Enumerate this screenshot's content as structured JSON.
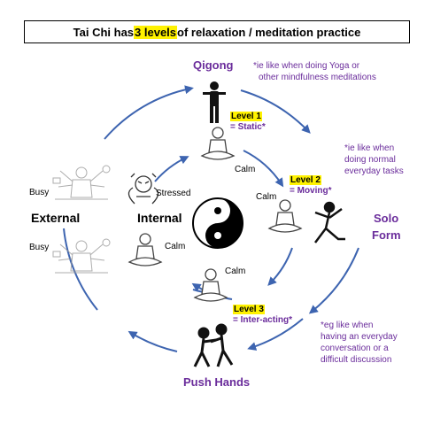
{
  "title": {
    "before": "Tai Chi has ",
    "highlight": "3 levels",
    "after": " of relaxation / meditation practice"
  },
  "nodes": {
    "qigong": "Qigong",
    "solo_form_line1": "Solo",
    "solo_form_line2": "Form",
    "push_hands": "Push Hands",
    "external": "External",
    "internal": "Internal"
  },
  "levels": [
    {
      "tag": "Level 1",
      "desc": "= Static*"
    },
    {
      "tag": "Level 2",
      "desc": "= Moving*"
    },
    {
      "tag": "Level 3",
      "desc": "= Inter-acting*"
    }
  ],
  "notes": {
    "qigong": [
      "*ie like when doing Yoga or",
      "other mindfulness meditations"
    ],
    "solo": [
      "*ie like when",
      "doing normal",
      "everyday tasks"
    ],
    "push": [
      "*eg like when",
      "having an everyday",
      "conversation or a",
      "difficult discussion"
    ]
  },
  "states": {
    "busy_top": "Busy",
    "busy_bottom": "Busy",
    "stressed": "Stressed",
    "calm_1": "Calm",
    "calm_2": "Calm",
    "calm_3": "Calm",
    "calm_4": "Calm"
  },
  "icons": [
    "yin-yang-icon",
    "meditating-figure-icon",
    "standing-qigong-figure-icon",
    "tai-chi-solo-figure-icon",
    "push-hands-figures-icon",
    "stressed-person-icon",
    "busy-multitasking-person-icon"
  ],
  "colors": {
    "arrow": "#3d64b0",
    "text_accent": "#6a2c9b",
    "highlight": "#fff200"
  }
}
